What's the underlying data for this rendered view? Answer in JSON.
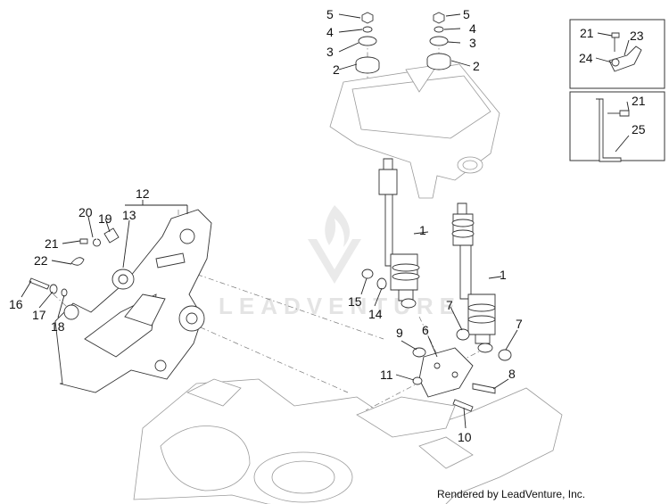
{
  "callouts": {
    "c5a": "5",
    "c4a": "4",
    "c3a": "3",
    "c2a": "2",
    "c5b": "5",
    "c4b": "4",
    "c3b": "3",
    "c2b": "2",
    "c21a": "21",
    "c23": "23",
    "c24": "24",
    "c21b": "21",
    "c25": "25",
    "c1a": "1",
    "c1b": "1",
    "c12": "12",
    "c13": "13",
    "c19": "19",
    "c20": "20",
    "c21c": "21",
    "c22": "22",
    "c16": "16",
    "c17": "17",
    "c18": "18",
    "c15": "15",
    "c14": "14",
    "c7a": "7",
    "c7b": "7",
    "c9": "9",
    "c6": "6",
    "c11": "11",
    "c8": "8",
    "c10": "10"
  },
  "watermark": "LEADVENTURE",
  "credit": "Rendered by LeadVenture, Inc."
}
